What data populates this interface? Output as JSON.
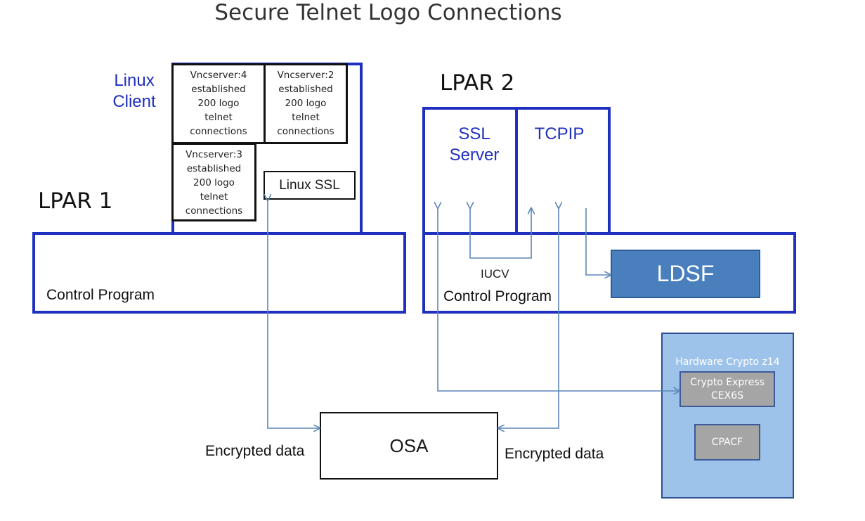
{
  "title": "Secure Telnet Logo Connections",
  "lpar1": {
    "label": "LPAR 1",
    "client_label": [
      "Linux",
      "Client"
    ],
    "vnc4": [
      "Vncserver:4",
      "established",
      "200 logo",
      "telnet",
      "connections"
    ],
    "vnc2": [
      "Vncserver:2",
      "established",
      "200 logo",
      "telnet",
      "connections"
    ],
    "vnc3": [
      "Vncserver:3",
      "established",
      "200 logo",
      "telnet",
      "connections"
    ],
    "linux_ssl": "Linux SSL",
    "control_program": "Control Program"
  },
  "lpar2": {
    "label": "LPAR 2",
    "ssl_server": [
      "SSL",
      "Server"
    ],
    "tcpip": "TCPIP",
    "iucv": "IUCV",
    "control_program": "Control Program",
    "ldsf": "LDSF"
  },
  "osa": "OSA",
  "encrypted_left": "Encrypted data",
  "encrypted_right": "Encrypted data",
  "hardware": {
    "title": "Hardware Crypto z14",
    "crypto_express": [
      "Crypto Express",
      "CEX6S"
    ],
    "cpacf": "CPACF"
  },
  "colors": {
    "lpar_border": "#1f2fbf",
    "arrow": "#5b86b8",
    "ldsf_fill": "#4a7fbd",
    "hw_fill": "#9ec3ea"
  }
}
